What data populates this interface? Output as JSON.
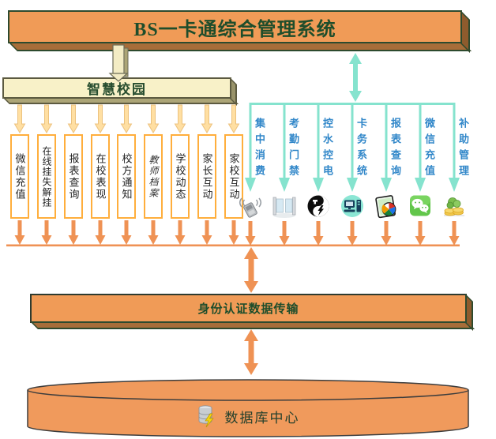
{
  "top_banner": {
    "title": "BS一卡通综合管理系统"
  },
  "smart_campus": {
    "label": "智慧校园"
  },
  "left_columns": {
    "items": [
      {
        "label": "微信充值"
      },
      {
        "label": "在线挂失解挂"
      },
      {
        "label": "报表查询"
      },
      {
        "label": "在校表现"
      },
      {
        "label": "校方通知"
      },
      {
        "label": "教师档案"
      },
      {
        "label": "学校动态"
      },
      {
        "label": "家长互动"
      },
      {
        "label": "家校互动"
      }
    ]
  },
  "right_branches": {
    "items": [
      {
        "label": "集中消费",
        "icon": "pos-terminal-icon"
      },
      {
        "label": "考勤门禁",
        "icon": "gate-icon"
      },
      {
        "label": "控水控电",
        "icon": "water-electric-icon"
      },
      {
        "label": "卡务系统",
        "icon": "card-system-icon"
      },
      {
        "label": "报表查询",
        "icon": "report-chart-icon"
      },
      {
        "label": "微信充值",
        "icon": "wechat-icon"
      },
      {
        "label": "补助管理",
        "icon": "coins-icon"
      }
    ]
  },
  "identity_banner": {
    "label": "身份认证数据传输"
  },
  "database": {
    "label": "数据库中心",
    "icon": "database-icon"
  },
  "colors": {
    "banner_orange": "#f09b57",
    "banner_edge_bottom": "#a76d39",
    "banner_edge_right": "#8e5b2d",
    "cream": "#f8f1c8",
    "cream_edge": "#aca577",
    "teal_arrow": "#85e3ce",
    "yellow_arrow": "#ffdfa2",
    "orange_arrow": "#ef9254",
    "module_border": "#ffae3c",
    "right_label_blue": "#3187c9",
    "title_green": "#1e4d2b"
  }
}
